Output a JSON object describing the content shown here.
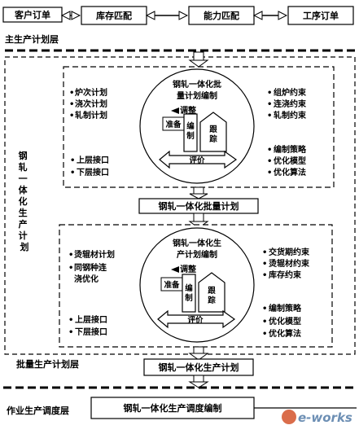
{
  "top_row": {
    "customer_order": "客户订单",
    "inventory_matching": "库存匹配",
    "capacity_matching": "能力匹配",
    "process_order": "工序订单"
  },
  "master_layer_label": "主生产计划层",
  "side_label": "钢轧一体化生产计划",
  "block1": {
    "left_items": [
      "炉次计划",
      "浇次计划",
      "轧制计划"
    ],
    "right_items": [
      "组炉约束",
      "连浇约束",
      "轧制约束"
    ],
    "circle_title": [
      "钢轧一体化批",
      "量计划编制"
    ],
    "adjust": "调整",
    "prepare": "准备",
    "compile": "编制",
    "track": "跟踪",
    "evaluate": "评价",
    "interfaces": [
      "上层接口",
      "下层接口"
    ],
    "methods": [
      "编制策略",
      "优化模型",
      "优化算法"
    ]
  },
  "batch_plan_label": "钢轧一体化批量计划",
  "block2": {
    "left_items": [
      "烫辊材计划",
      "同钢种连",
      "浇优化"
    ],
    "right_items": [
      "交货期约束",
      "烫辊材约束",
      "库存约束"
    ],
    "circle_title": [
      "钢轧一体化生",
      "产计划编制"
    ],
    "adjust": "调整",
    "prepare": "准备",
    "compile": "编制",
    "track": "跟踪",
    "evaluate": "评价",
    "interfaces": [
      "上层接口",
      "下层接口"
    ],
    "methods": [
      "编制策略",
      "优化模型",
      "优化算法"
    ]
  },
  "batch_layer_label": "批量生产计划层",
  "production_plan_label": "钢轧一体化生产计划",
  "operation_layer_label": "作业生产调度层",
  "scheduling_label": "钢轧一体化生产调度编制",
  "watermark": "e-works"
}
